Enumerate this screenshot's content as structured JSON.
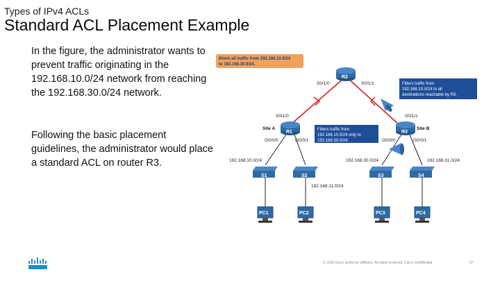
{
  "header": {
    "eyebrow": "Types of IPv4 ACLs",
    "title": "Standard ACL Placement Example"
  },
  "body": {
    "paragraph_1": "In the figure, the administrator wants to prevent traffic originating in the 192.168.10.0/24 network from reaching the 192.168.30.0/24 network.",
    "paragraph_2": "Following the basic placement guidelines, the administrator would place a standard ACL on router R3."
  },
  "diagram": {
    "callout_block": [
      "Block all traffic from 192.168.10.0/24",
      "to 192.168.30.0/24."
    ],
    "callout_r2_filter": [
      "Filters traffic from",
      "192.168.10.0/24 to all",
      "destinations reachable by R3."
    ],
    "callout_r3_filter": [
      "Filters traffic from",
      "192.168.10.0/24 only to",
      "192.168.30.0/24."
    ],
    "routers": {
      "r1": "R1",
      "r2": "R2",
      "r3": "R3"
    },
    "sites": {
      "a": "Site A",
      "b": "Site B"
    },
    "interfaces": {
      "r2_s010": "S0/1/0",
      "r2_s011": "S0/1/1",
      "r1_s010": "S0/1/0",
      "r3_s011": "S0/1/1",
      "r1_g000": "G0/0/0",
      "r1_g001": "G0/0/1",
      "r3_g000": "G0/0/0",
      "r3_g001": "G0/0/1"
    },
    "networks": {
      "n10": "192.168.10.0/24",
      "n11": "192.168.11.0/24",
      "n30": "192.168.30.0/24",
      "n31": "192.168.31.0/24"
    },
    "switches": {
      "s1": "S1",
      "s2": "S2",
      "s3": "S3",
      "s4": "S4"
    },
    "pcs": {
      "pc1": "PC1",
      "pc2": "PC2",
      "pc3": "PC3",
      "pc4": "PC4"
    },
    "colors": {
      "callout_orange": "#f0a25a",
      "callout_blue": "#1f4e99",
      "link_red": "#cc2222",
      "device_blue": "#2f6aa3"
    }
  },
  "footer": {
    "copyright": "© 2016 Cisco and/or its affiliates. All rights reserved. Cisco Confidential",
    "page_number": "37",
    "logo_icon": "cisco-logo-icon"
  }
}
